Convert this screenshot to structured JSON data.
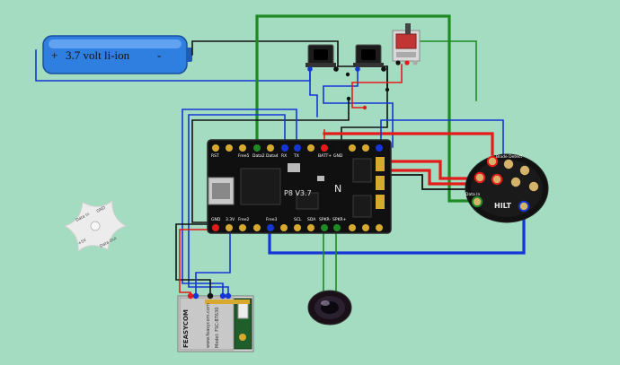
{
  "battery": {
    "plus": "+",
    "label": "3.7 volt li-ion",
    "minus": "-"
  },
  "board": {
    "name": "P8 V3.7",
    "mark": "N",
    "top_pins": [
      "RST",
      "Free5",
      "Data2",
      "Data4",
      "RX",
      "TX",
      "BATT+",
      "GND"
    ],
    "bottom_pins": [
      "GND",
      "3.3V",
      "Free2",
      "Free3",
      "SCL",
      "SDA",
      "SPKR-",
      "SPKR+"
    ]
  },
  "bt_module": {
    "model": "Model: FSC-BT630",
    "website": "www.feasycom.com",
    "brand": "FEASYCOM"
  },
  "led_board": {
    "labels": [
      "Data In",
      "GND",
      "+5V",
      "Data Out"
    ]
  },
  "connector": {
    "label": "HILT",
    "left_label": "Data In",
    "top_label": "Blade Detect"
  },
  "colors": {
    "background": "#a3dcc0",
    "wire_red": "#e31b1b",
    "wire_blue": "#1436d6",
    "wire_green": "#1e8a24",
    "wire_black": "#111111"
  }
}
